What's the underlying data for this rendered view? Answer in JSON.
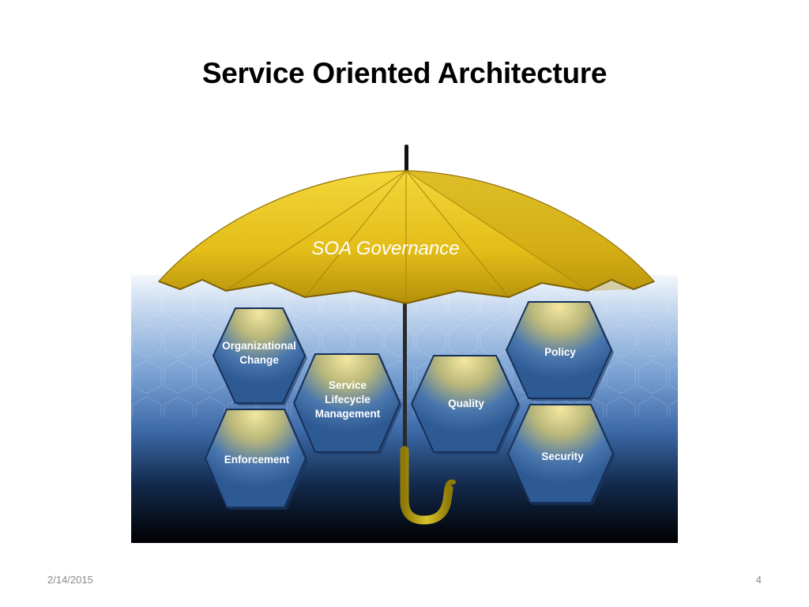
{
  "slide": {
    "title": "Service Oriented Architecture",
    "date": "2/14/2015",
    "page_number": "4"
  },
  "figure": {
    "umbrella_label": "SOA Governance",
    "hexagons": {
      "organizational_change": [
        "Organizational",
        "Change"
      ],
      "service_lifecycle": [
        "Service",
        "Lifecycle",
        "Management"
      ],
      "enforcement": [
        "Enforcement"
      ],
      "quality": [
        "Quality"
      ],
      "policy": [
        "Policy"
      ],
      "security": [
        "Security"
      ]
    },
    "colors": {
      "umbrella": "#e6c21c",
      "umbrella_shadow": "#b6930c",
      "water_top": "#e9f0f8",
      "water_bottom": "#000000",
      "hex_fill": "#3f6ea8",
      "hex_glow": "#e8d98c"
    }
  }
}
